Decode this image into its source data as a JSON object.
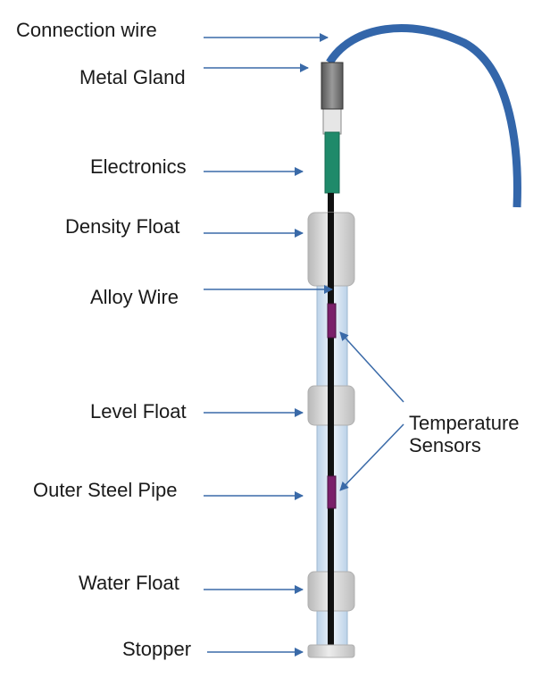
{
  "labels": {
    "connection_wire": "Connection wire",
    "metal_gland": "Metal Gland",
    "electronics": "Electronics",
    "density_float": "Density Float",
    "alloy_wire": "Alloy Wire",
    "level_float": "Level Float",
    "outer_steel_pipe": "Outer Steel Pipe",
    "water_float": "Water Float",
    "stopper": "Stopper",
    "temperature_line1": "Temperature",
    "temperature_line2": "Sensors"
  },
  "colors": {
    "cable": "#3366aa",
    "arrow": "#3a6aa8",
    "electronics": "#1f8a6a",
    "sensor": "#7a1f6a",
    "pipe": "#cfe0f0",
    "float": "#dcdcdc",
    "gland": "#6e6e6e"
  }
}
